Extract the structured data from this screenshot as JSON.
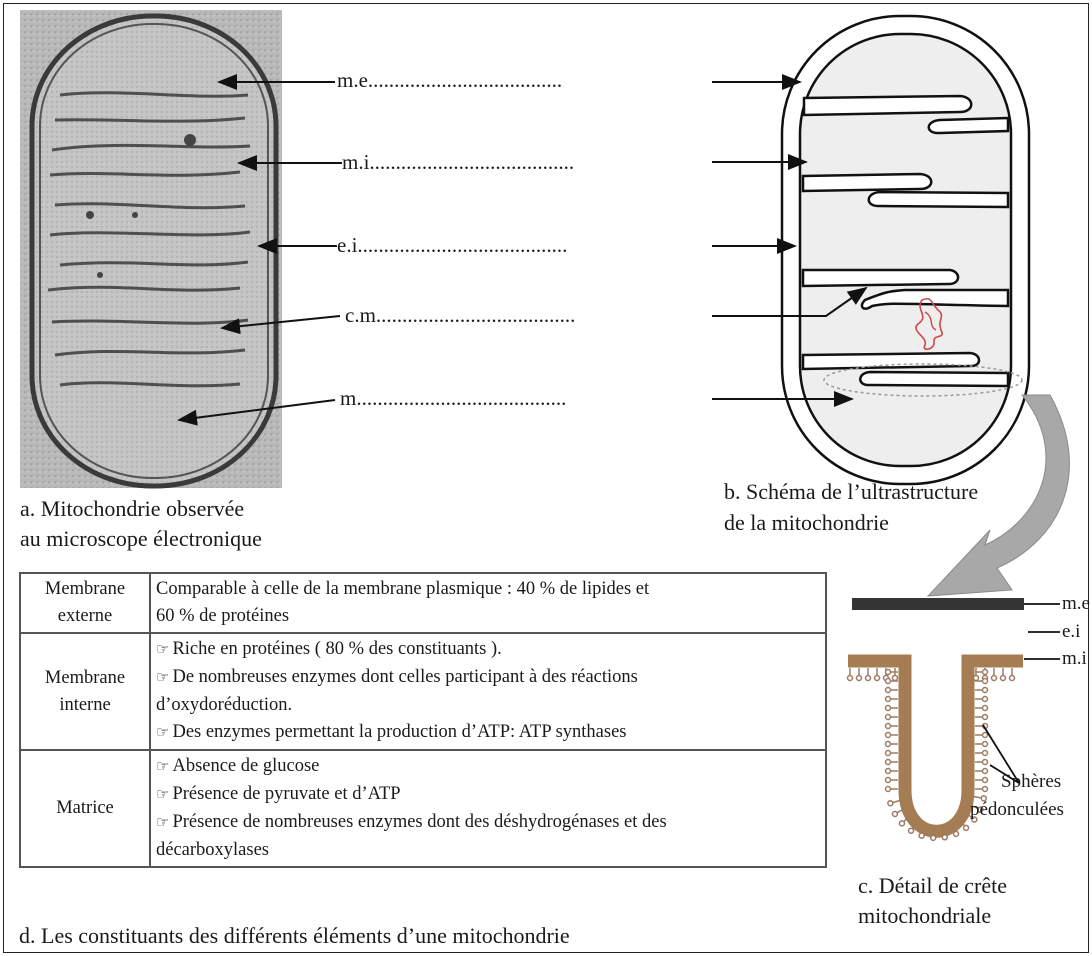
{
  "figure_a": {
    "caption_line1": "a. Mitochondrie observée",
    "caption_line2": "au microscope électronique"
  },
  "figure_b": {
    "caption_line1": "b. Schéma de l’ultrastructure",
    "caption_line2": "de la mitochondrie",
    "labels": [
      {
        "text": "m.e.",
        "dots": "...................................."
      },
      {
        "text": "m.i.",
        "dots": "......................................"
      },
      {
        "text": "e.i.",
        "dots": "......................................."
      },
      {
        "text": "c.m",
        "dots": "......................................"
      },
      {
        "text": "m.",
        "dots": "......................................."
      }
    ]
  },
  "figure_c": {
    "caption_line1": "c. Détail de crête",
    "caption_line2": "mitochondriale",
    "label_me": "m.e",
    "label_ei": "e.i",
    "label_mi": "m.i",
    "spheres_line1": "Sphères",
    "spheres_line2": "pédonculées",
    "colors": {
      "membrane_outer": "#333333",
      "crest": "#a67c52"
    }
  },
  "table": {
    "rows": [
      {
        "name_line1": "Membrane",
        "name_line2": "externe",
        "lines": [
          "Comparable à celle de la membrane plasmique : 40 % de lipides et",
          "60 % de protéines"
        ]
      },
      {
        "name_line1": "Membrane",
        "name_line2": "interne",
        "lines": [
          "Riche en protéines ( 80 % des constituants ).",
          "De nombreuses enzymes dont celles participant à des réactions",
          "d’oxydoréduction.",
          "Des enzymes permettant la production d’ATP: ATP synthases"
        ]
      },
      {
        "name_line1": "Matrice",
        "name_line2": "",
        "lines": [
          "Absence de glucose",
          "Présence de pyruvate et d’ATP",
          "Présence de nombreuses enzymes dont des déshydrogénases et des",
          "décarboxylases"
        ]
      }
    ]
  },
  "figure_d": {
    "caption": "d. Les constituants des différents éléments d’une mitochondrie"
  }
}
